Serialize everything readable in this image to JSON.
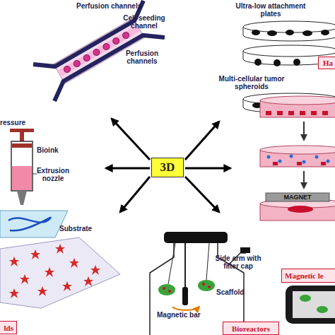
{
  "diagram": {
    "nodes": [
      {
        "text": [
          "Ha"
        ]
      },
      {
        "text": [
          "3D"
        ]
      },
      {
        "text": [
          "Magnetic le"
        ]
      },
      {
        "text": [
          "lds"
        ]
      },
      {
        "text": [
          "Bioreactors"
        ]
      }
    ],
    "labels": [
      "Perfusion channels",
      "Ultra-low attachment plates",
      "Cell-seeding channel",
      "Perfusion channels",
      "Multi-cellular tumor spheroids",
      "ressure",
      "Bioink",
      "Extrusion nozzle",
      "Substrate",
      "MAGNET",
      "Side arm with filter cap",
      "Scaffold",
      "Magnetic bar"
    ]
  }
}
